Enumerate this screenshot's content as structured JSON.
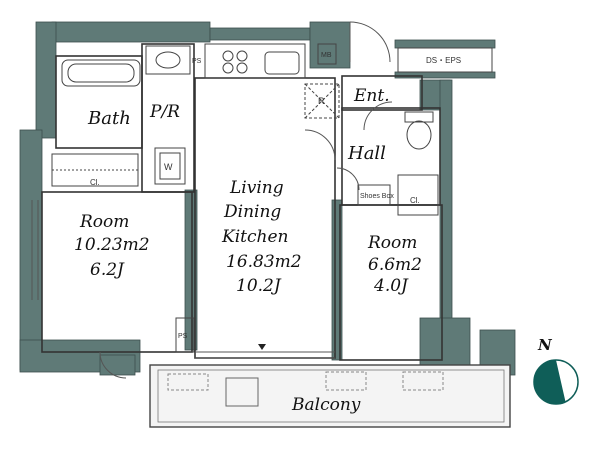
{
  "rooms": {
    "bath": "Bath",
    "pr": "P/R",
    "ent": "Ent.",
    "hall": "Hall",
    "room_west": {
      "name": "Room",
      "area": "10.23m2",
      "jo": "6.2J"
    },
    "ldk": {
      "line1": "Living",
      "line2": "Dining",
      "line3": "Kitchen",
      "area": "16.83m2",
      "jo": "10.2J"
    },
    "room_east": {
      "name": "Room",
      "area": "6.6m2",
      "jo": "4.0J"
    },
    "balcony": "Balcony"
  },
  "fixtures": {
    "ds_eps": "DS・EPS",
    "cl_west": "Cl.",
    "cl_east": "Cl.",
    "shoes_box": "Shoes Box",
    "ps_bottom": "PS",
    "ps_top": "PS",
    "w": "W",
    "r": "R",
    "mb": "MB"
  },
  "compass": {
    "label": "N",
    "colors": {
      "dark": "#0f5e58",
      "light": "#ffffff"
    }
  },
  "colors": {
    "wall": "#5f7a77",
    "line": "#333333",
    "floor": "#ffffff",
    "balcony_fill": "#f4f4f4"
  }
}
